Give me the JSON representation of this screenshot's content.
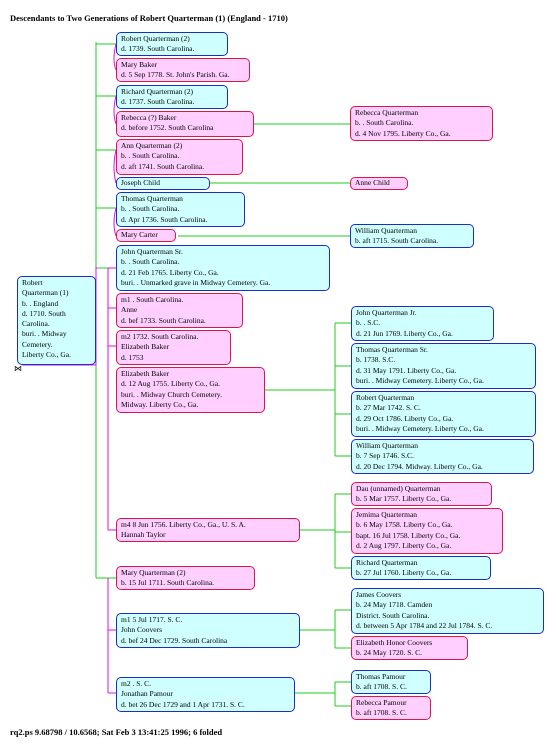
{
  "title": "Descendants to Two Generations of Robert Quarterman (1) (England - 1710)",
  "footer": "rq2.ps  9.68798 / 10.6568; Sat Feb  3 13:41:25 1996; 6 folded",
  "colors": {
    "male_fill": "#cfffff",
    "male_border": "#1c2cc8",
    "female_fill": "#ffcfff",
    "female_border": "#d81848",
    "wire_green": "#22cc22",
    "wire_magenta": "#e010e0"
  },
  "nodes": {
    "root": [
      "Robert",
      "Quarterman (1)",
      "b. . England",
      "d. 1710. South",
      "Carolina.",
      "buri. . Midway",
      "Cemetery.",
      "Liberty Co., Ga."
    ],
    "robert2": [
      "Robert Quarterman (2)",
      "d. 1739. South Carolina."
    ],
    "mary_baker": [
      "Mary Baker",
      "d. 5 Sep 1778. St. John's Parish. Ga."
    ],
    "richard2": [
      "Richard Quarterman (2)",
      "d. 1737. South Carolina."
    ],
    "rebecca7": [
      "Rebecca (?) Baker",
      "d. before 1752. South Carolina"
    ],
    "rebecca_q": [
      "Rebecca Quarterman",
      "b. . South Carolina.",
      "d. 4 Nov 1795. Liberty Co., Ga."
    ],
    "ann2": [
      "Ann Quarterman (2)",
      "b. . South Carolina.",
      "d. aft 1741. South Carolina."
    ],
    "joseph_child": [
      "Joseph Child"
    ],
    "anne_child": [
      "Anne Child"
    ],
    "thomas_q": [
      "Thomas Quarterman",
      "b. . South Carolina.",
      "d. Apr 1736. South Carolina."
    ],
    "mary_carter": [
      "Mary Carter"
    ],
    "william_q1": [
      "William Quarterman",
      "b. aft 1715. South Carolina."
    ],
    "john_sr": [
      "John Quarterman Sr.",
      "b. . South Carolina.",
      "d. 21 Feb 1765. Liberty Co., Ga.",
      "buri. . Unmarked grave in Midway Cemetery. Ga."
    ],
    "m1_anne": [
      "m1 . South Carolina.",
      "Anne",
      "d. bef 1733. South Carolina."
    ],
    "m2_elizabeth": [
      "m2 1732. South Carolina.",
      "Elizabeth Baker",
      "d. 1753"
    ],
    "elizabeth_baker": [
      "Elizabeth Baker",
      "d. 12 Aug 1755. Liberty Co., Ga.",
      "buri. . Midway Church Cemetery.",
      "Midway. Liberty Co., Ga."
    ],
    "john_jr": [
      "John Quarterman Jr.",
      "b. . S.C.",
      "d. 21 Jun 1769. Liberty Co., Ga."
    ],
    "thomas_sr": [
      "Thomas Quarterman Sr.",
      "b. 1738. S.C.",
      "d. 31 May 1791. Liberty Co., Ga.",
      "buri. . Midway Cemetery. Liberty Co., Ga."
    ],
    "robert_s": [
      "Robert Quarterman",
      "b. 27 Mar 1742. S. C.",
      "d. 29 Oct 1786. Liberty Co., Ga.",
      "buri. . Midway Cemetery. Liberty Co., Ga."
    ],
    "william_q2": [
      "William Quarterman",
      "b. 7 Sep 1746. S.C.",
      "d. 20 Dec 1794. Midway. Liberty Co., Ga."
    ],
    "m4_hannah": [
      "m4 8 Jun 1756. Liberty Co., Ga., U. S. A.",
      "Hannah Taylor"
    ],
    "dau": [
      "Dau (unnamed) Quarterman",
      "b. 5 Mar 1757. Liberty Co., Ga."
    ],
    "jemima": [
      "Jemima Quarterman",
      "b. 6 May 1758. Liberty Co., Ga.",
      "bapt. 16 Jul 1758. Liberty Co., Ga.",
      "d. 2 Aug 1797. Liberty Co., Ga."
    ],
    "richard_s": [
      "Richard Quarterman",
      "b. 27 Jul 1760. Liberty Co., Ga."
    ],
    "mary2": [
      "Mary Quarterman (2)",
      "b. 15 Jul 1711. South Carolina."
    ],
    "m1_coovers": [
      "m1 5 Jul 1717. S. C.",
      "John Coovers",
      "d. bef 24 Dec 1729. South Carolina"
    ],
    "james_coovers": [
      "James Coovers",
      "b. 24 May 1718. Camden",
      "District. South Carolina.",
      "d. between 5 Apr 1784 and 22 Jul 1784. S. C."
    ],
    "elizabeth_coovers": [
      "Elizabeth Honor Coovers",
      "b. 24 May 1720. S. C."
    ],
    "m2_pamour": [
      "m2 . S. C.",
      "Jonathan Pamour",
      "d. bet 26 Dec 1729 and 1 Apr 1731. S. C."
    ],
    "thomas_pamour": [
      "Thomas Pamour",
      "b. aft 1708. S. C."
    ],
    "rebecca_pamour": [
      "Rebecca Pamour",
      "b. aft 1708. S. C."
    ]
  }
}
